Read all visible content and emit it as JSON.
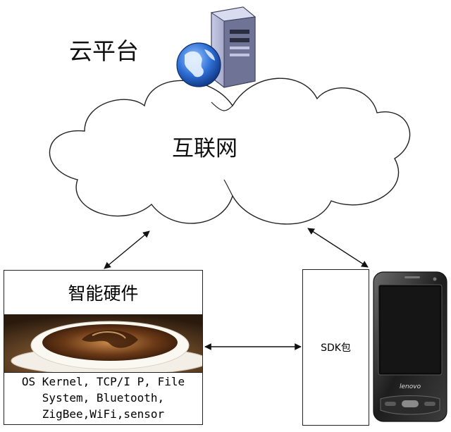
{
  "cloud_platform": {
    "label": "云平台",
    "server_icon": "server-globe-icon"
  },
  "internet": {
    "label": "互联网"
  },
  "hardware": {
    "title": "智能硬件",
    "photo": "coffee-cup-photo",
    "description": "OS Kernel, TCP/I P, File\nSystem, Bluetooth,\nZigBee,WiFi,sensor"
  },
  "sdk": {
    "label": "SDK包"
  },
  "phone": {
    "icon": "smartphone-icon",
    "brand": "lenovo"
  },
  "colors": {
    "line": "#222222",
    "globe": "#2f6fd6",
    "server": "#8a8fb5"
  }
}
